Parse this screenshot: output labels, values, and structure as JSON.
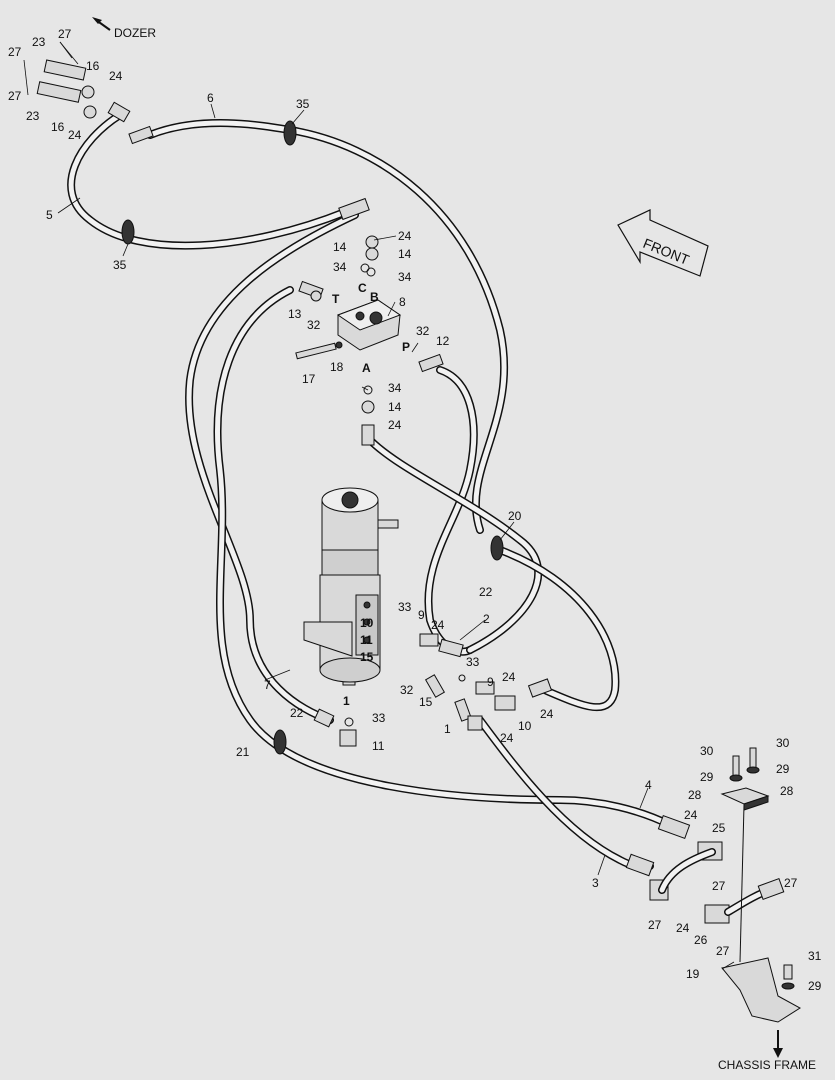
{
  "captions": {
    "dozer": "DOZER",
    "front": "FRONT",
    "chassis_frame": "CHASSIS FRAME"
  },
  "port_letters": [
    "C",
    "B",
    "T",
    "P",
    "A"
  ],
  "callouts": [
    "27",
    "23",
    "27",
    "16",
    "24",
    "23",
    "16",
    "24",
    "27",
    "6",
    "35",
    "5",
    "35",
    "24",
    "14",
    "14",
    "34",
    "34",
    "8",
    "13",
    "32",
    "32",
    "12",
    "17",
    "18",
    "34",
    "14",
    "24",
    "20",
    "22",
    "2",
    "33",
    "9",
    "10",
    "24",
    "11",
    "15",
    "33",
    "9",
    "24",
    "32",
    "15",
    "24",
    "1",
    "10",
    "24",
    "7",
    "22",
    "21",
    "1",
    "33",
    "11",
    "30",
    "30",
    "29",
    "29",
    "28",
    "28",
    "4",
    "24",
    "25",
    "27",
    "3",
    "27",
    "27",
    "24",
    "26",
    "27",
    "19",
    "31",
    "29"
  ]
}
